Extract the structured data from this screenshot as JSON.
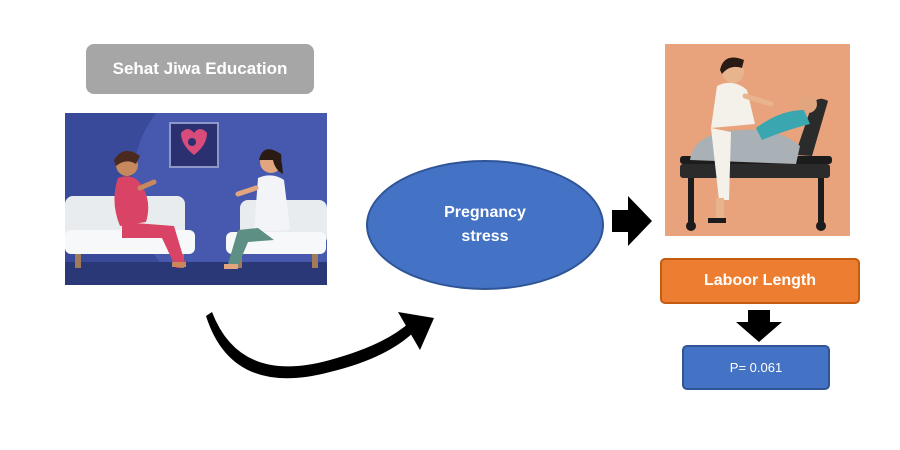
{
  "education_label": "Sehat Jiwa Education",
  "stress_label_line1": "Pregnancy",
  "stress_label_line2": "stress",
  "labor_label": "Laboor Length",
  "p_value_label": "P= 0.061",
  "colors": {
    "gray_box": "#a6a6a6",
    "blue_node": "#4472c4",
    "orange_box": "#ed7d31",
    "arrow": "#000000"
  },
  "icons": [
    "consultation-illustration",
    "delivery-bed-illustration",
    "curved-arrow",
    "right-arrow",
    "down-arrow"
  ]
}
